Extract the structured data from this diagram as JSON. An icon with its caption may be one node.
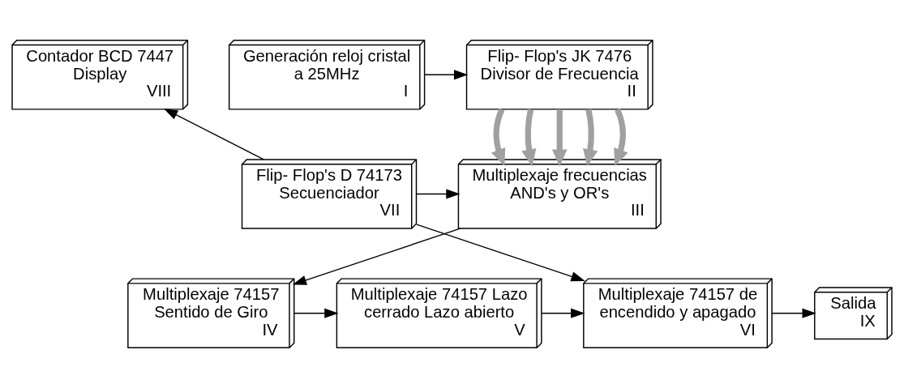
{
  "diagram": {
    "nodes": [
      {
        "text": [
          "Generación reloj cristal a 25MHz",
          "I"
        ]
      },
      {
        "text": [
          "Flip- Flop's JK 7476 Divisor de Frecuencia",
          "II"
        ]
      },
      {
        "text": [
          "Contador BCD 7447 Display",
          "VIII"
        ]
      },
      {
        "text": [
          "Multiplexaje frecuencias AND's y OR's",
          "III"
        ]
      },
      {
        "text": [
          "Flip- Flop's D 74173 Secuenciador",
          "VII"
        ]
      },
      {
        "text": [
          "Multiplexaje 74157 Sentido de Giro",
          "IV"
        ]
      },
      {
        "text": [
          "Multiplexaje 74157 Lazo cerrado Lazo abierto",
          "V"
        ]
      },
      {
        "text": [
          "Multiplexaje 74157 de encendido y apagado",
          "VI"
        ]
      },
      {
        "text": [
          "Salida",
          "IX"
        ]
      }
    ],
    "edges": [
      {
        "from": 0,
        "to": 1,
        "arrow": "to"
      },
      {
        "from": 1,
        "to": 3,
        "arrow": "to",
        "style": "thick",
        "color": "#a0a0a0"
      },
      {
        "from": 1,
        "to": 3,
        "arrow": "to",
        "style": "thick",
        "color": "#a0a0a0"
      },
      {
        "from": 1,
        "to": 3,
        "arrow": "to",
        "style": "thick",
        "color": "#a0a0a0"
      },
      {
        "from": 1,
        "to": 3,
        "arrow": "to",
        "style": "thick",
        "color": "#a0a0a0"
      },
      {
        "from": 1,
        "to": 3,
        "arrow": "to",
        "style": "thick",
        "color": "#a0a0a0"
      },
      {
        "from": 4,
        "to": 3,
        "arrow": "to"
      },
      {
        "from": 4,
        "to": 2,
        "arrow": "to"
      },
      {
        "from": 3,
        "to": 5,
        "arrow": "to"
      },
      {
        "from": 4,
        "to": 7,
        "arrow": "to"
      },
      {
        "from": 5,
        "to": 6,
        "arrow": "to"
      },
      {
        "from": 6,
        "to": 7,
        "arrow": "to"
      },
      {
        "from": 7,
        "to": 8,
        "arrow": "to"
      }
    ]
  }
}
